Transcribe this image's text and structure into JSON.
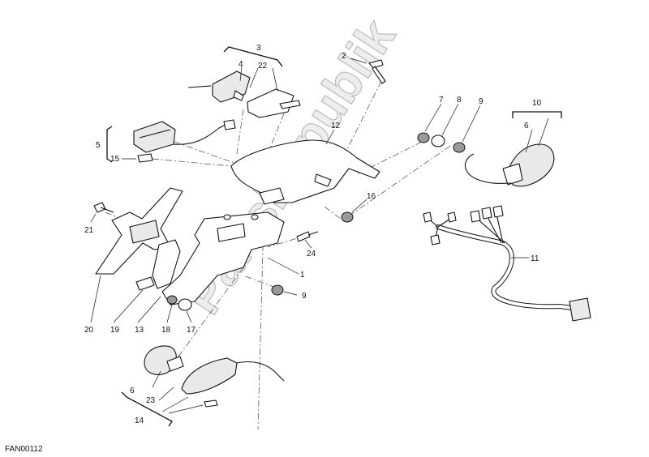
{
  "watermark": "PartsRepublik",
  "drawing_code": "FAN00112",
  "callouts": {
    "c1": "1",
    "c2": "2",
    "c3": "3",
    "c4": "4",
    "c5": "5",
    "c6a": "6",
    "c6b": "6",
    "c7": "7",
    "c8": "8",
    "c9a": "9",
    "c9b": "9",
    "c10": "10",
    "c11": "11",
    "c12": "12",
    "c13": "13",
    "c14": "14",
    "c15": "15",
    "c16": "16",
    "c17": "17",
    "c18": "18",
    "c19": "19",
    "c20": "20",
    "c21": "21",
    "c22": "22",
    "c23": "23",
    "c24": "24"
  }
}
